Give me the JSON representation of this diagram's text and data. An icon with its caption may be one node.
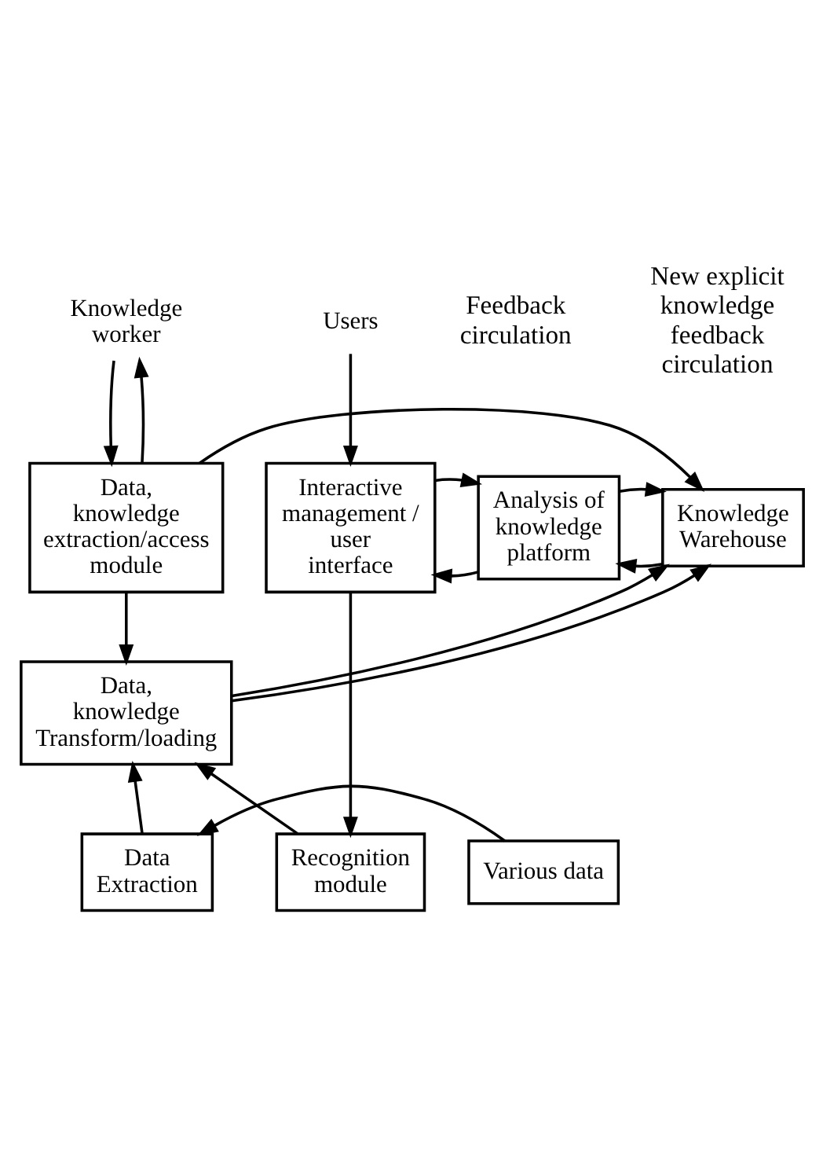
{
  "diagram": {
    "nodes": [
      {
        "text": [
          "Knowledge worker"
        ]
      },
      {
        "text": [
          "Data, knowledge extraction/access module"
        ]
      },
      {
        "text": [
          "Knowledge Warehouse"
        ]
      },
      {
        "text": [
          "Analysis of knowledge platform"
        ]
      },
      {
        "text": [
          "Interactive management / user interface"
        ]
      },
      {
        "text": [
          "Users"
        ]
      },
      {
        "text": [
          "Data, knowledge Transform/loading"
        ]
      },
      {
        "text": [
          "Various data"
        ]
      },
      {
        "text": [
          "Data Extraction"
        ]
      },
      {
        "text": [
          "Recognition module"
        ]
      }
    ],
    "edges": [
      {
        "from": 0,
        "to": 1,
        "arrow": "to"
      },
      {
        "from": 1,
        "to": 0,
        "arrow": "to"
      },
      {
        "from": 1,
        "to": 2,
        "arrow": "to"
      },
      {
        "from": 2,
        "to": 3,
        "arrow": "to"
      },
      {
        "from": 3,
        "to": 2,
        "arrow": "to"
      },
      {
        "from": 3,
        "to": 4,
        "arrow": "to"
      },
      {
        "from": 4,
        "to": 3,
        "arrow": "to"
      },
      {
        "from": 5,
        "to": 4,
        "arrow": "to"
      },
      {
        "from": 6,
        "to": 2,
        "arrow": "to"
      },
      {
        "from": 6,
        "to": 2,
        "arrow": "to"
      },
      {
        "from": 1,
        "to": 6,
        "arrow": "to"
      },
      {
        "from": 7,
        "to": 8,
        "arrow": "to"
      },
      {
        "from": 8,
        "to": 6,
        "arrow": "to"
      },
      {
        "from": 4,
        "to": 9,
        "arrow": "to"
      },
      {
        "from": 9,
        "to": 6,
        "arrow": "to"
      }
    ],
    "labels": [
      "Feedback circulation",
      "New explicit knowledge feedback circulation"
    ]
  }
}
